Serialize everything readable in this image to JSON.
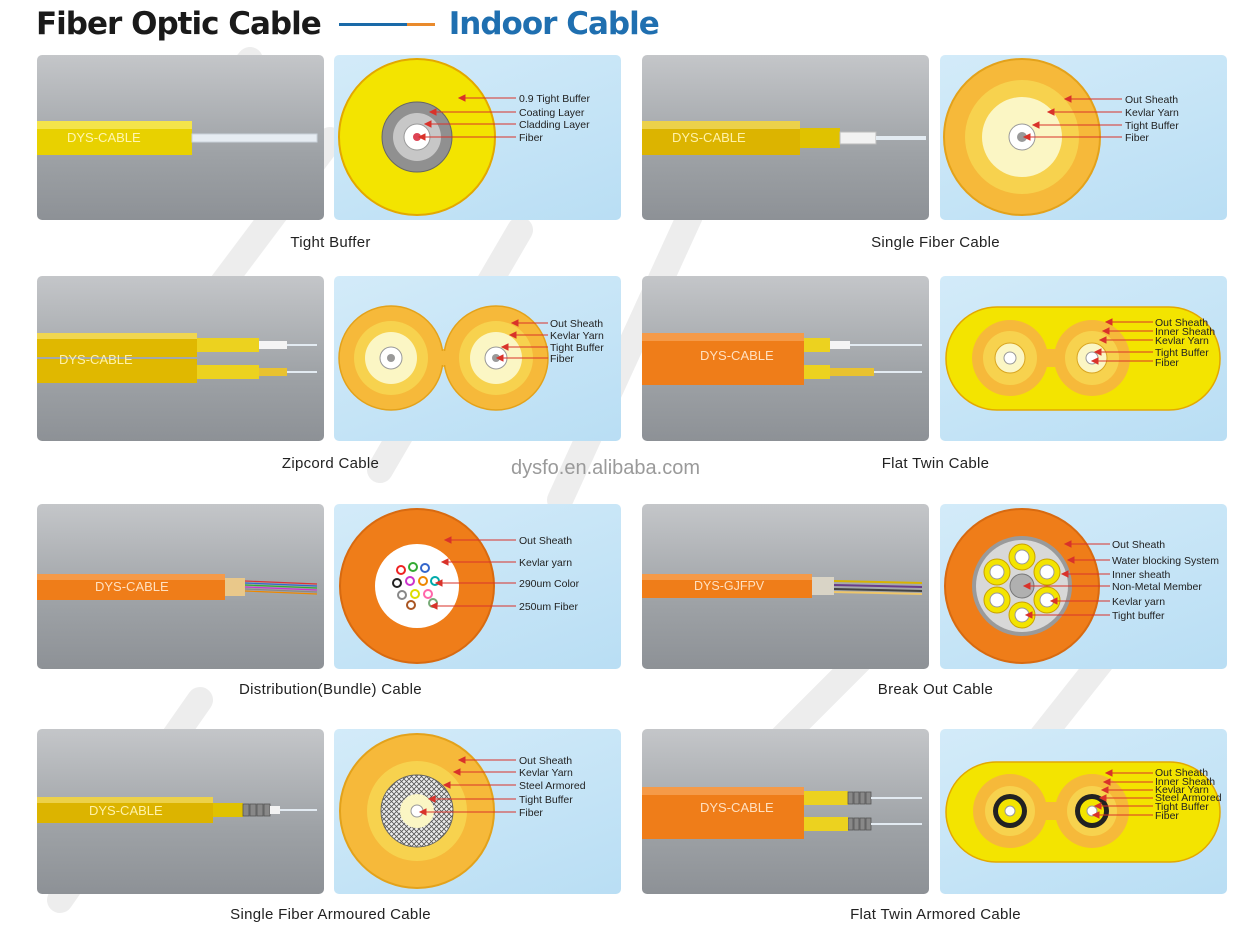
{
  "header": {
    "title_main": "Fiber Optic Cable",
    "title_sub": "Indoor Cable"
  },
  "watermark_url": "dysfo.en.alibaba.com",
  "cable_print": {
    "brand": "DYS-CABLE",
    "brand_gjfpv": "DYS-GJFPV"
  },
  "colors": {
    "yellow": "#f3e400",
    "orange": "#ef7d19",
    "blue_title": "#1f6fb0"
  },
  "panels": [
    {
      "caption": "Tight Buffer",
      "labels": [
        "0.9 Tight Buffer",
        "Coating Layer",
        "Cladding Layer",
        "Fiber"
      ]
    },
    {
      "caption": "Single Fiber Cable",
      "labels": [
        "Out Sheath",
        "Kevlar Yarn",
        "Tight Buffer",
        "Fiber"
      ]
    },
    {
      "caption": "Zipcord Cable",
      "labels": [
        "Out Sheath",
        "Kevlar Yarn",
        "Tight Buffer",
        "Fiber"
      ]
    },
    {
      "caption": "Flat Twin Cable",
      "labels": [
        "Out Sheath",
        "Inner Sheath",
        "Kevlar Yarn",
        "Tight Buffer",
        "Fiber"
      ]
    },
    {
      "caption": "Distribution(Bundle) Cable",
      "labels": [
        "Out Sheath",
        "Kevlar  yarn",
        "290um  Color",
        "250um  Fiber"
      ]
    },
    {
      "caption": "Break Out Cable",
      "labels": [
        "Out Sheath",
        "Water blocking System",
        "Inner sheath",
        "Non-Metal Member",
        "Kevlar yarn",
        "Tight buffer"
      ]
    },
    {
      "caption": "Single Fiber Armoured Cable",
      "labels": [
        "Out Sheath",
        "Kevlar Yarn",
        "Steel Armored",
        "Tight Buffer",
        "Fiber"
      ]
    },
    {
      "caption": "Flat Twin Armored Cable",
      "labels": [
        "Out Sheath",
        "Inner Sheath",
        "Kevlar Yarn",
        "Steel Armored",
        "Tight Buffer",
        "Fiber"
      ]
    }
  ]
}
